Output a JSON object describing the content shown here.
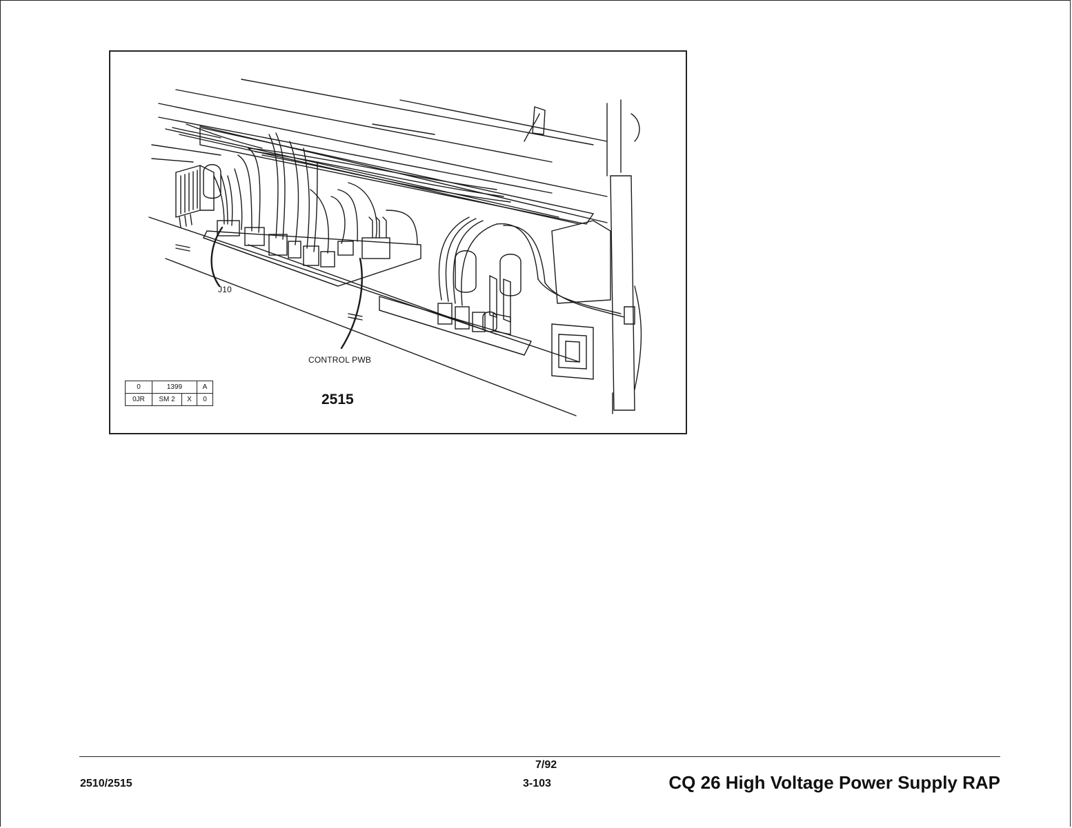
{
  "figure": {
    "callout_j10": "J10",
    "callout_control_pwb": "CONTROL PWB",
    "model_label": "2515",
    "ref_table": {
      "row1": [
        "0",
        "1399",
        "A"
      ],
      "row2": [
        "0JR",
        "SM 2",
        "X",
        "0"
      ]
    }
  },
  "footer": {
    "left": "2510/2515",
    "date": "7/92",
    "page": "3-103",
    "title": "CQ 26 High Voltage Power Supply RAP"
  }
}
